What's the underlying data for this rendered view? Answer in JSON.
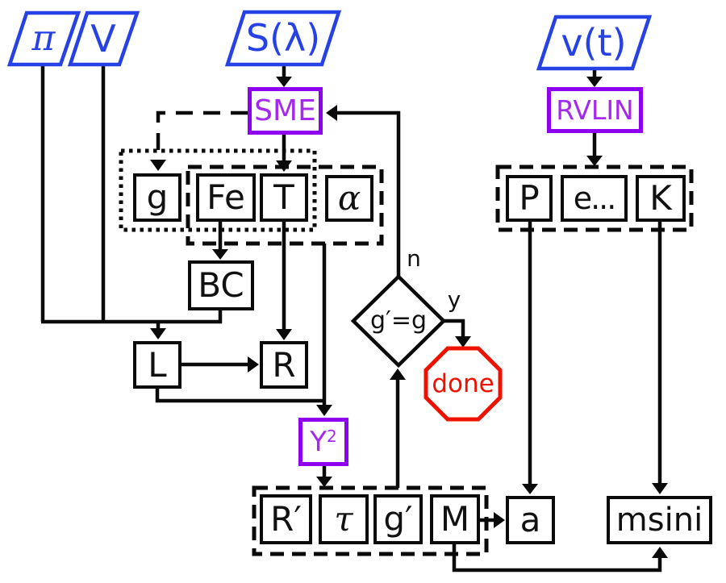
{
  "colors": {
    "input_blue": "#2642e4",
    "tool_purple_border": "#8d00f0",
    "tool_purple_text": "#a428f0",
    "terminal_red": "#ee1100",
    "line_black": "#0a0a0a"
  },
  "inputs": {
    "pi": "π",
    "v": "V",
    "s_lambda": "S(λ)",
    "v_t": "v(t)"
  },
  "tools": {
    "sme": "SME",
    "rvlin": "RVLIN",
    "y2_base": "Y",
    "y2_sup": "2"
  },
  "spectroscopic_params": {
    "g": "g",
    "fe": "Fe",
    "t": "T",
    "alpha": "α"
  },
  "orbital_params": {
    "p": "P",
    "e": "e...",
    "k": "K"
  },
  "derived": {
    "bc": "BC",
    "l": "L",
    "r": "R"
  },
  "isochrone_params": {
    "r_prime": "R′",
    "tau": "τ",
    "g_prime": "g′",
    "m": "M"
  },
  "planet_params": {
    "a": "a",
    "msini": "msini"
  },
  "decision": {
    "condition": "g′=g",
    "no": "n",
    "yes": "y"
  },
  "terminal": {
    "done": "done"
  }
}
